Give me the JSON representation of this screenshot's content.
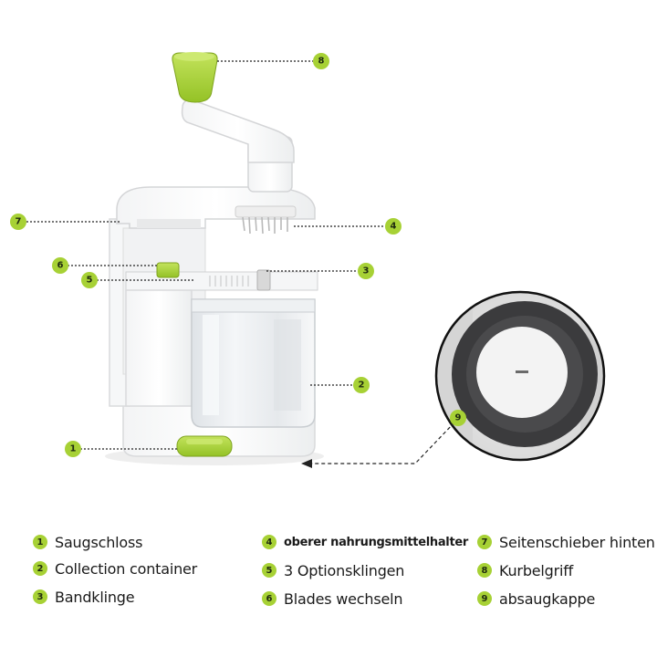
{
  "colors": {
    "accent": "#a7d135",
    "body": "#ffffff",
    "outline": "#d9dadc",
    "container": "#e9ecef",
    "zoom_dark": "#3b3b3d"
  },
  "markers": [
    {
      "id": "1",
      "label": "Saugschloss"
    },
    {
      "id": "2",
      "label": "Collection container"
    },
    {
      "id": "3",
      "label": "Bandklinge"
    },
    {
      "id": "4",
      "label": "oberer nahrungsmittelhalter"
    },
    {
      "id": "5",
      "label": "3 Optionsklingen"
    },
    {
      "id": "6",
      "label": "Blades wechseln"
    },
    {
      "id": "7",
      "label": "Seitenschieber hinten"
    },
    {
      "id": "8",
      "label": "Kurbelgriff"
    },
    {
      "id": "9",
      "label": "absaugkappe"
    }
  ]
}
